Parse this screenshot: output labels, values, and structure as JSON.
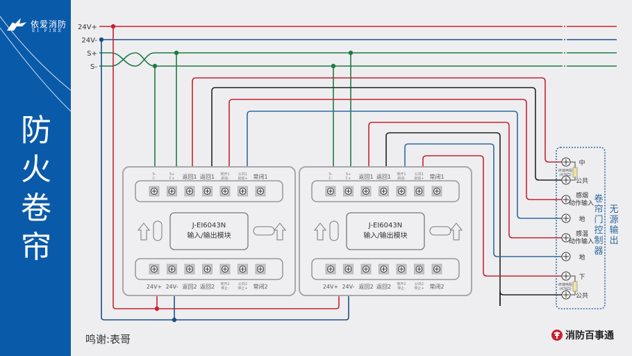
{
  "sidebar": {
    "brand_cn": "依爱消防",
    "brand_en": "EI FIRE",
    "title_chars": [
      "防",
      "火",
      "卷",
      "帘"
    ]
  },
  "bus": {
    "labels": [
      "24V+",
      "24V-",
      "S+",
      "S-"
    ],
    "colors": {
      "power_pos": "#c8212f",
      "power_neg": "#1a4f85",
      "signal": "#1e7a45",
      "black": "#222222",
      "blue": "#2e6aa0"
    }
  },
  "modules": [
    {
      "model": "J-EI6043N",
      "name": "输入/输出模块",
      "top_terminals": [
        {
          "line1": "S-",
          "line2": "C-"
        },
        {
          "line1": "S+",
          "line2": "C+"
        },
        {
          "line1": "返回1",
          "line2": ""
        },
        {
          "line1": "返回1",
          "line2": ""
        },
        {
          "line1": "常开1",
          "line2": "启动-"
        },
        {
          "line1": "公共1",
          "line2": "启动+"
        },
        {
          "line1": "常闭1",
          "line2": ""
        }
      ],
      "bottom_terminals": [
        {
          "line1": "24V+",
          "line2": ""
        },
        {
          "line1": "24V-",
          "line2": ""
        },
        {
          "line1": "返回2",
          "line2": ""
        },
        {
          "line1": "返回2",
          "line2": ""
        },
        {
          "line1": "常开2",
          "line2": "停止-"
        },
        {
          "line1": "公共2",
          "line2": "停止+"
        },
        {
          "line1": "常闭2",
          "line2": ""
        }
      ]
    },
    {
      "model": "J-EI6043N",
      "name": "输入/输出模块",
      "top_terminals": [
        {
          "line1": "S-",
          "line2": "C-"
        },
        {
          "line1": "S+",
          "line2": "C+"
        },
        {
          "line1": "返回1",
          "line2": ""
        },
        {
          "line1": "返回1",
          "line2": ""
        },
        {
          "line1": "常开1",
          "line2": "启动-"
        },
        {
          "line1": "公共1",
          "line2": "启动+"
        },
        {
          "line1": "常闭1",
          "line2": ""
        }
      ],
      "bottom_terminals": [
        {
          "line1": "24V+",
          "line2": ""
        },
        {
          "line1": "24V-",
          "line2": ""
        },
        {
          "line1": "返回2",
          "line2": ""
        },
        {
          "line1": "返回2",
          "line2": ""
        },
        {
          "line1": "常开2",
          "line2": "停止-"
        },
        {
          "line1": "公共2",
          "line2": "停止+"
        },
        {
          "line1": "常闭2",
          "line2": ""
        }
      ]
    }
  ],
  "controller": {
    "title_a": "卷帘门控制器",
    "title_b": "无源输出",
    "terminals": [
      {
        "l1": "中",
        "l2": ""
      },
      {
        "l1": "公共",
        "l2": ""
      },
      {
        "l1": "感烟",
        "l2": "动作输入"
      },
      {
        "l1": "地",
        "l2": ""
      },
      {
        "l1": "感温",
        "l2": "动作输入"
      },
      {
        "l1": "地",
        "l2": ""
      },
      {
        "l1": "下",
        "l2": ""
      },
      {
        "l1": "公共",
        "l2": ""
      }
    ],
    "resistor_label": "终端电阻",
    "resistor_value": "(47KΩ)"
  },
  "footer": {
    "credit": "鸣谢:表哥",
    "brand": "消防百事通"
  }
}
